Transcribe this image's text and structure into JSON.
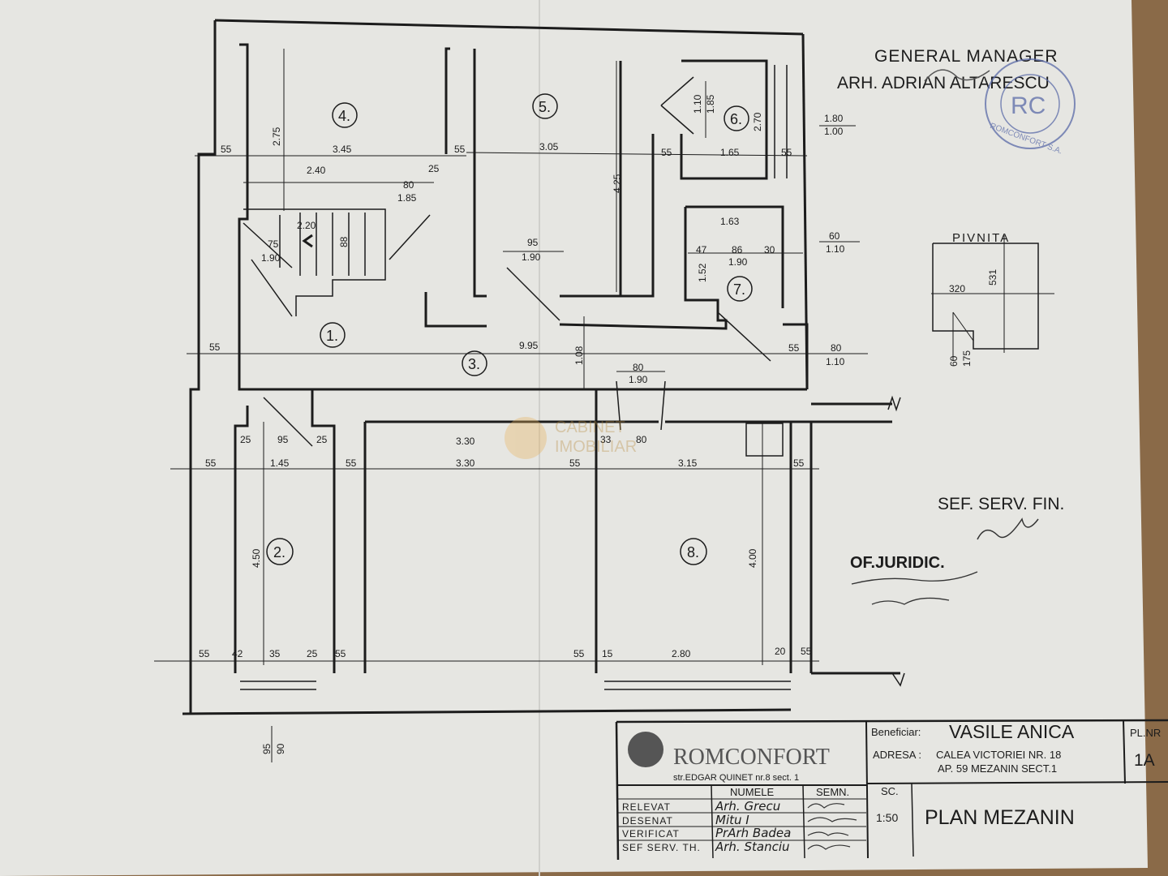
{
  "header": {
    "title": "GENERAL MANAGER",
    "name": "ARH. ADRIAN ALTARESCU"
  },
  "stamp": {
    "text": "ROMCONFORT S.A.",
    "initials": "RC"
  },
  "rooms": [
    "1.",
    "2.",
    "3.",
    "4.",
    "5.",
    "6.",
    "7.",
    "8."
  ],
  "dimensions": {
    "r4_left": "55",
    "r4_width": "3.45",
    "r4_height": "2.75",
    "r4_a": "2.40",
    "r4_b": "25",
    "r4_c": "80",
    "r4_d": "1.85",
    "stair_a": "2.20",
    "stair_b": "75",
    "stair_c": "1.90",
    "stair_d": "88",
    "r5_left": "55",
    "r5_width": "3.05",
    "r5_height": "4.25",
    "r5_door_a": "95",
    "r5_door_b": "1.90",
    "r6_a": "1.10",
    "r6_b": "1.85",
    "r6_height": "2.70",
    "r6_left": "55",
    "r6_width": "1.65",
    "r6_right": "55",
    "side_a1": "1.80",
    "side_a2": "1.00",
    "r7_top": "1.63",
    "r7_a": "47",
    "r7_b": "86",
    "r7_c": "30",
    "r7_d": "1.90",
    "r7_h": "1.52",
    "side_b1": "60",
    "side_b2": "1.10",
    "hall_left": "55",
    "hall_len": "9.95",
    "hall_h": "1.08",
    "side_c0": "55",
    "side_c1": "80",
    "side_c2": "1.10",
    "door_80": "80",
    "door_190": "1.90",
    "r2_a": "25",
    "r2_b": "95",
    "r2_c": "25",
    "r2_left": "55",
    "r2_width": "1.45",
    "r2_right": "55",
    "r2_height": "4.50",
    "mid_top": "3.30",
    "mid_width": "3.30",
    "r8_a": "33",
    "r8_b": "80",
    "r8_left": "55",
    "r8_width": "3.15",
    "r8_right": "55",
    "r8_height": "4.00",
    "bot_1": "55",
    "bot_2": "42",
    "bot_3": "35",
    "bot_4": "25",
    "bot_5": "55",
    "bot_6": "55",
    "bot_7": "15",
    "bot_8": "2.80",
    "bot_9": "20",
    "bot_10": "55",
    "vert_a": "95",
    "vert_b": "90"
  },
  "pivnita": {
    "label": "PIVNITA",
    "w": "320",
    "h": "531",
    "a": "60",
    "b": "175"
  },
  "signatures": {
    "sef": "SEF. SERV. FIN.",
    "juridic": "OF.JURIDIC."
  },
  "watermark": {
    "text1": "CABINET",
    "text2": "IMOBILIAR"
  },
  "title_block": {
    "company": "ROMCONFORT",
    "company_address": "str.EDGAR QUINET nr.8 sect. 1",
    "beneficiar_label": "Beneficiar:",
    "beneficiar": "VASILE ANICA",
    "adresa_label": "ADRESA :",
    "adresa_line1": "CALEA  VICTORIEI  NR. 18",
    "adresa_line2": "AP. 59  MEZANIN  SECT.1",
    "pl_nr_label": "PL.NR",
    "pl_nr": "1A",
    "numele_label": "NUMELE",
    "semn_label": "SEMN.",
    "sc_label": "SC.",
    "scale": "1:50",
    "drawing_title": "PLAN  MEZANIN",
    "rows": [
      {
        "role": "RELEVAT",
        "name": "Arh. Grecu"
      },
      {
        "role": "DESENAT",
        "name": "Mitu I"
      },
      {
        "role": "VERIFICAT",
        "name": "PrArh Badea"
      },
      {
        "role": "SEF SERV. TH.",
        "name": "Arh. Stanciu"
      }
    ]
  },
  "colors": {
    "paper": "#e6e6e2",
    "ink": "#1c1c1c",
    "stamp": "#5a6aa8",
    "table": "#8a6a48"
  }
}
